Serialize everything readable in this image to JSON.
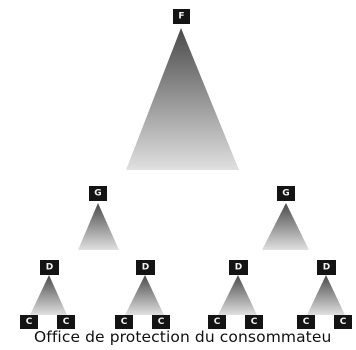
{
  "diagram": {
    "root": {
      "label": "F",
      "children": [
        {
          "label": "G",
          "children": [
            {
              "label": "D",
              "children": [
                {
                  "label": "C"
                },
                {
                  "label": "C"
                }
              ]
            },
            {
              "label": "D",
              "children": [
                {
                  "label": "C"
                },
                {
                  "label": "C"
                }
              ]
            }
          ]
        },
        {
          "label": "G",
          "children": [
            {
              "label": "D",
              "children": [
                {
                  "label": "C"
                },
                {
                  "label": "C"
                }
              ]
            },
            {
              "label": "D",
              "children": [
                {
                  "label": "C"
                },
                {
                  "label": "C"
                }
              ]
            }
          ]
        }
      ]
    },
    "caption": "Office de protection du consommateu",
    "colors": {
      "node_fill": "#141414",
      "node_text": "#f2f2f2",
      "triangle_dark": "#4a4a4a",
      "triangle_light": "#e0e0e0"
    }
  }
}
